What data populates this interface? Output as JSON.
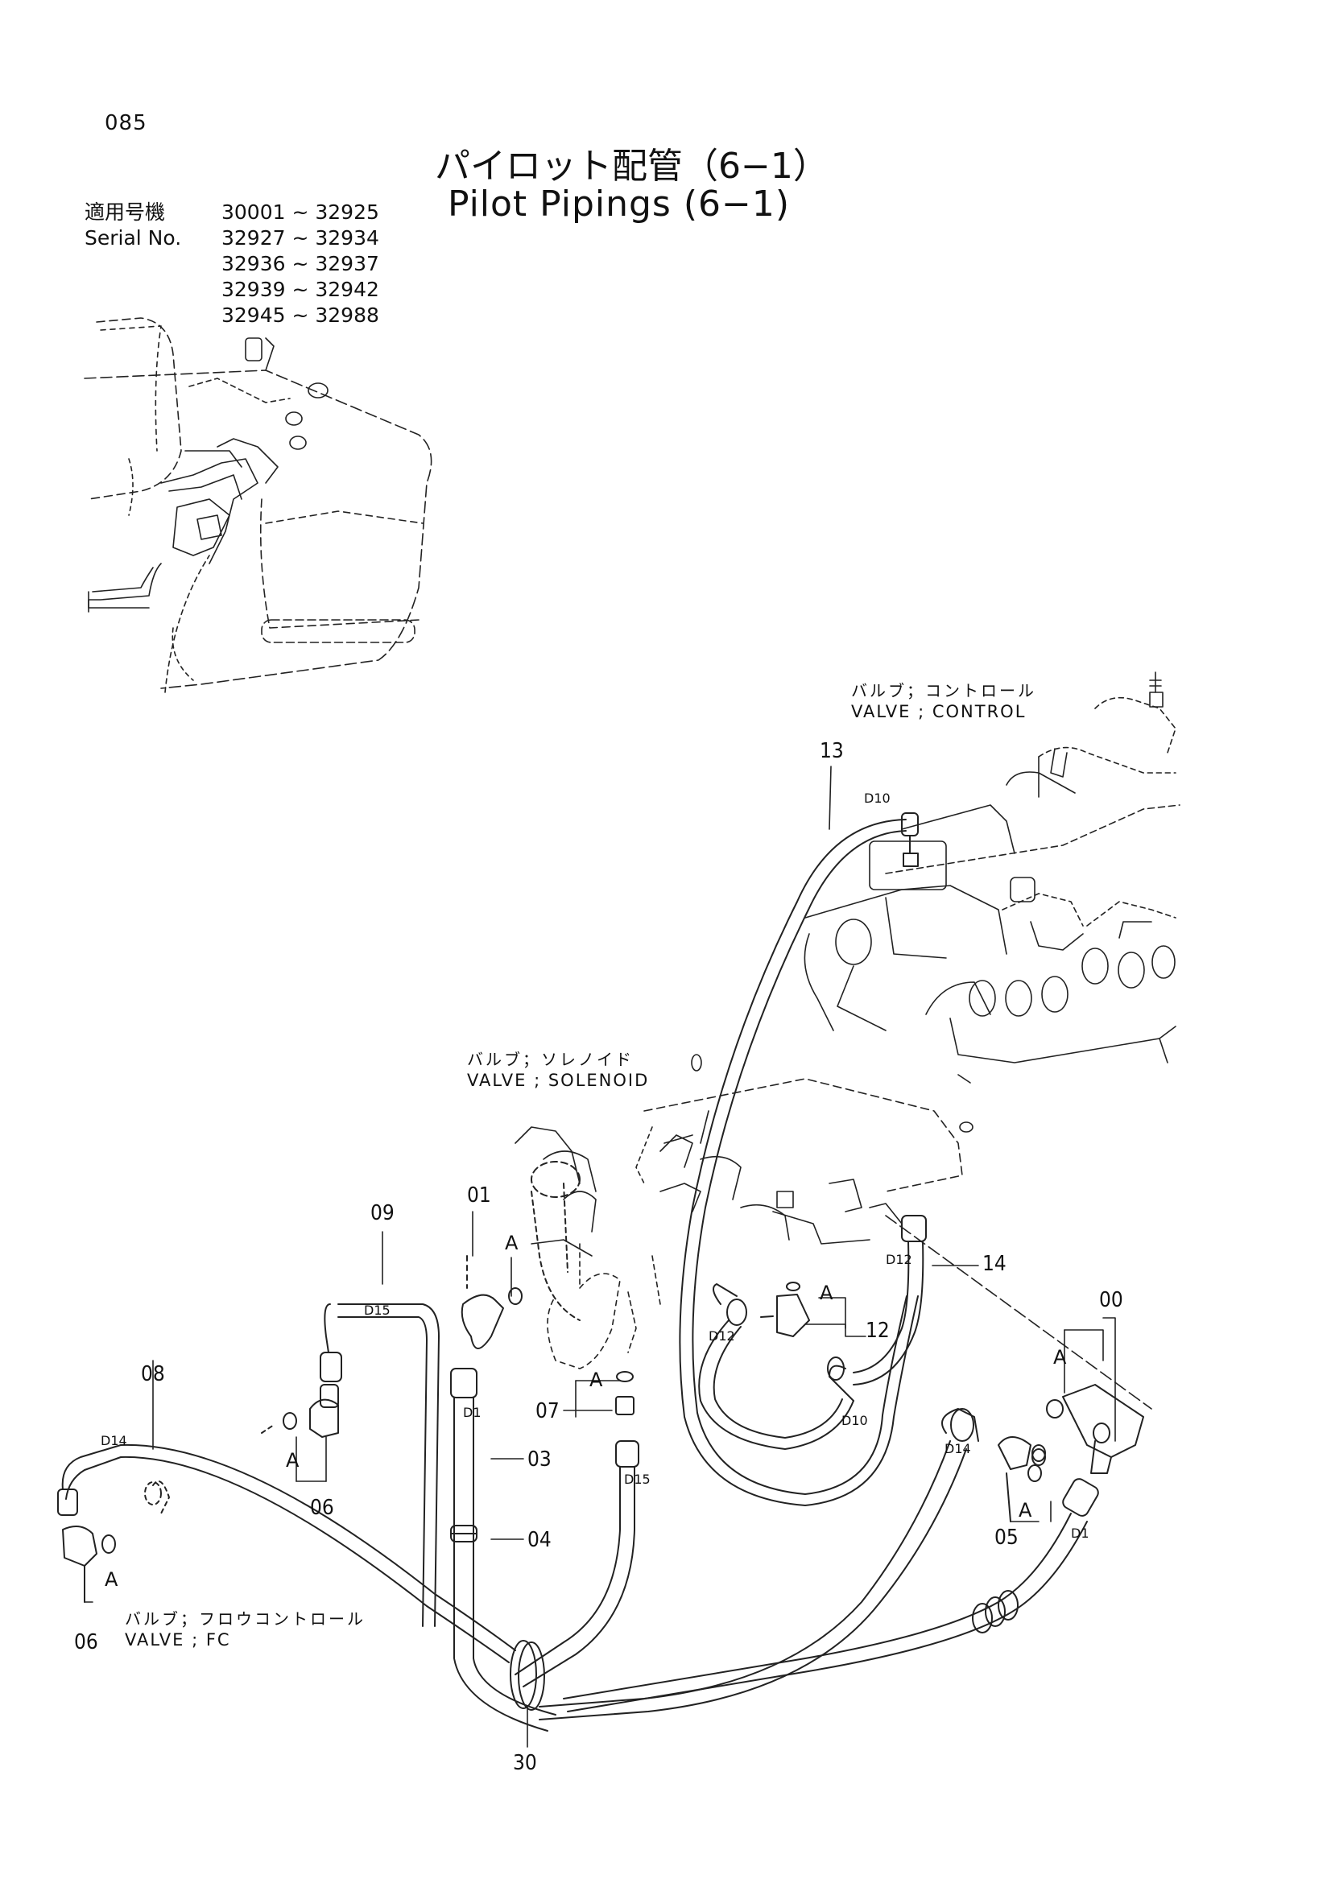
{
  "header": {
    "page_number": "085",
    "title_ja": "パイロット配管（6−1）",
    "title_en": "Pilot Pipings (6−1)"
  },
  "serial": {
    "label_ja": "適用号機",
    "label_en": "Serial No.",
    "ranges": [
      "30001 ~ 32925",
      "32927 ~ 32934",
      "32936 ~ 32937",
      "32939 ~ 32942",
      "32945 ~ 32988"
    ]
  },
  "components": {
    "control_valve_ja": "バルブ；コントロール",
    "control_valve_en": "VALVE ; CONTROL",
    "solenoid_valve_ja": "バルブ；ソレノイド",
    "solenoid_valve_en": "VALVE ; SOLENOID",
    "fc_valve_ja": "バルブ；フロウコントロール",
    "fc_valve_en": "VALVE ; FC"
  },
  "part_numbers": {
    "p00": "00",
    "p01": "01",
    "p03": "03",
    "p04": "04",
    "p05": "05",
    "p06a": "06",
    "p06b": "06",
    "p07": "07",
    "p08": "08",
    "p09": "09",
    "p12": "12",
    "p13": "13",
    "p14": "14",
    "p30": "30"
  },
  "detail_letter": "A",
  "dims": {
    "d10a": "D10",
    "d15a": "D15",
    "d1a": "D1",
    "d15b": "D15",
    "d14a": "D14",
    "d12a": "D12",
    "d12b": "D12",
    "d10b": "D10",
    "d14b": "D14",
    "d1b": "D1"
  }
}
